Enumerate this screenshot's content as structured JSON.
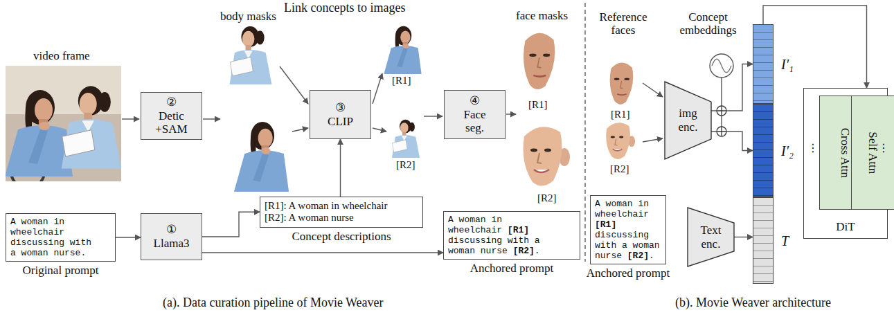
{
  "diagram": {
    "nodes": [
      {
        "text": [
          "②",
          "Detic +SAM"
        ]
      },
      {
        "text": [
          "③",
          "CLIP"
        ]
      },
      {
        "text": [
          "④",
          "Face seg."
        ]
      },
      {
        "text": [
          "A woman in wheelchair discussing with a woman nurse.",
          "Original prompt"
        ]
      },
      {
        "text": [
          "①",
          "Llama3"
        ]
      },
      {
        "text": [
          "[R1]: A woman in wheelchair",
          "[R2]: A woman nurse",
          "Concept descriptions"
        ]
      },
      {
        "text": [
          "A woman in wheelchair [R1] discussing with a woman nurse [R2].",
          "Anchored prompt"
        ]
      },
      {
        "text": [
          "img enc."
        ]
      },
      {
        "text": [
          "A woman in wheelchair [R1] discussing with a woman nurse [R2].",
          "Anchored prompt"
        ]
      },
      {
        "text": [
          "Text enc."
        ]
      },
      {
        "text": [
          "I′₁"
        ]
      },
      {
        "text": [
          "I′₂"
        ]
      },
      {
        "text": [
          "T"
        ]
      },
      {
        "text": [
          "DiT"
        ]
      },
      {
        "text": [
          "Cross Attn"
        ],
        "in": 13
      },
      {
        "text": [
          "Self Attn"
        ],
        "in": 13
      }
    ],
    "edges": [
      {
        "from": 3,
        "to": 4,
        "arrow": "to"
      },
      {
        "from": 4,
        "to": 5,
        "arrow": "to"
      },
      {
        "from": 4,
        "to": 6,
        "arrow": "to"
      },
      {
        "from": 5,
        "to": 1,
        "arrow": "to"
      },
      {
        "from": 7,
        "to": 10,
        "arrow": "to"
      },
      {
        "from": 7,
        "to": 11,
        "arrow": "to"
      },
      {
        "from": 9,
        "to": 12,
        "arrow": "to"
      },
      {
        "from": 10,
        "to": 13,
        "arrow": "to"
      }
    ],
    "labels": [
      "video frame",
      "body masks",
      "Link concepts to images",
      "[R1]",
      "[R2]",
      "face masks",
      "[R1]",
      "[R2]",
      "Reference faces",
      "[R1]",
      "[R2]",
      "Concept embeddings",
      "⋮",
      "⋮",
      "(a). Data curation pipeline of Movie Weaver",
      "(b). Movie Weaver architecture"
    ]
  }
}
